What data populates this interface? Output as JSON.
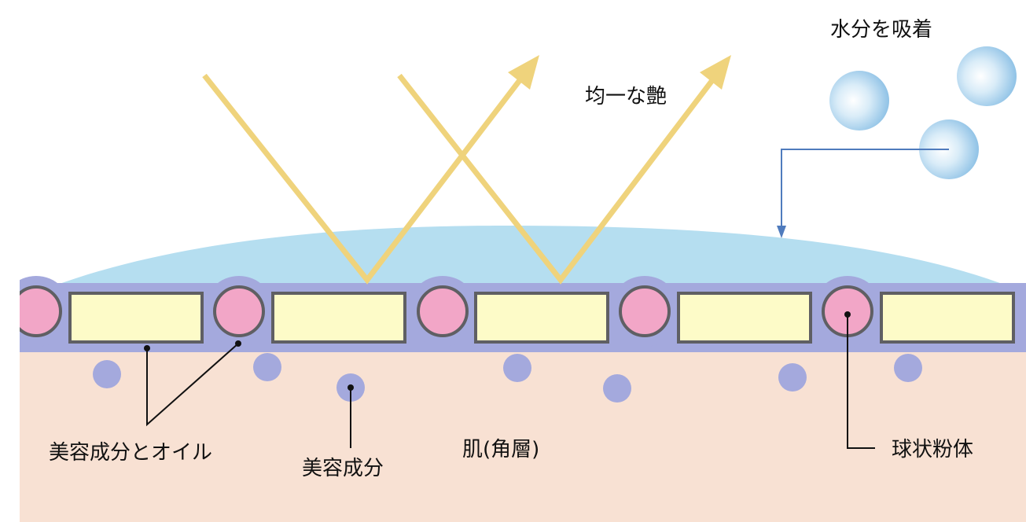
{
  "labels": {
    "water_absorb": "水分を吸着",
    "even_gloss": "均一な艶",
    "beauty_and_oil": "美容成分とオイル",
    "beauty_ingredient": "美容成分",
    "skin": "肌(角層)",
    "spherical_powder": "球状粉体"
  },
  "colors": {
    "skin": "#f8e1d3",
    "film": "#a4a9dd",
    "film_border": "#7f86c6",
    "coating": "#b5def0",
    "oil_block": "#fdfbc8",
    "block_border": "#5f5f63",
    "pink_sphere": "#f2a6c7",
    "light_ray": "#efd37c",
    "water_sphere": "#a9d2ee",
    "pointer": "#4f7bbd"
  }
}
